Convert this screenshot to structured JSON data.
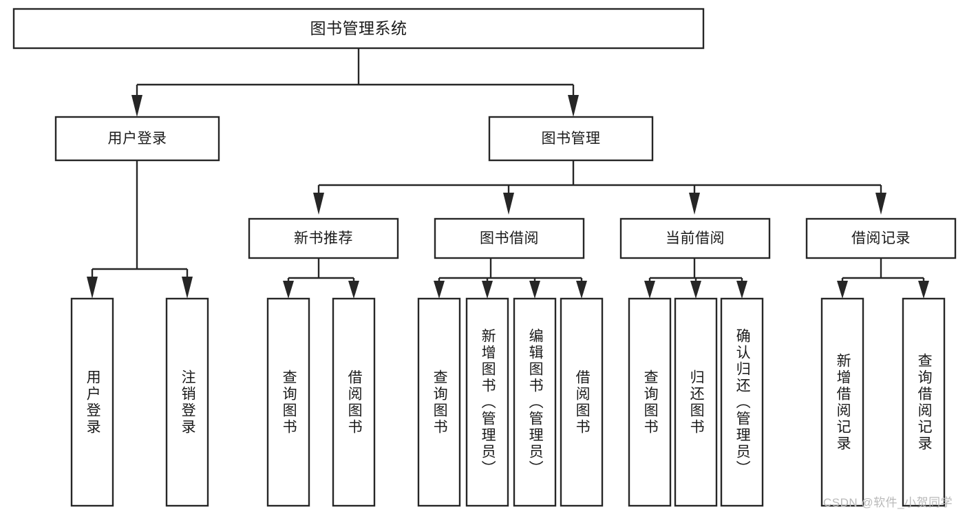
{
  "diagram": {
    "title": "图书管理系统",
    "type": "tree-hierarchy",
    "background_color": "#ffffff",
    "line_color": "#262626",
    "text_color": "#1a1a1a",
    "root": {
      "label": "图书管理系统",
      "orientation": "horizontal"
    },
    "level2": [
      {
        "label": "用户登录",
        "orientation": "horizontal"
      },
      {
        "label": "图书管理",
        "orientation": "horizontal"
      }
    ],
    "level3": [
      {
        "label": "新书推荐",
        "orientation": "horizontal"
      },
      {
        "label": "图书借阅",
        "orientation": "horizontal"
      },
      {
        "label": "当前借阅",
        "orientation": "horizontal"
      },
      {
        "label": "借阅记录",
        "orientation": "horizontal"
      }
    ],
    "leaves": {
      "user_login": [
        {
          "label": "用户登录",
          "orientation": "vertical"
        },
        {
          "label": "注销登录",
          "orientation": "vertical"
        }
      ],
      "new_book_recommend": [
        {
          "label": "查询图书",
          "orientation": "vertical"
        },
        {
          "label": "借阅图书",
          "orientation": "vertical"
        }
      ],
      "book_borrow": [
        {
          "label": "查询图书",
          "orientation": "vertical"
        },
        {
          "label": "新增图书（管理员）",
          "orientation": "vertical"
        },
        {
          "label": "编辑图书（管理员）",
          "orientation": "vertical"
        },
        {
          "label": "借阅图书",
          "orientation": "vertical"
        }
      ],
      "current_borrow": [
        {
          "label": "查询图书",
          "orientation": "vertical"
        },
        {
          "label": "归还图书",
          "orientation": "vertical"
        },
        {
          "label": "确认归还（管理员）",
          "orientation": "vertical"
        }
      ],
      "borrow_record": [
        {
          "label": "新增借阅记录",
          "orientation": "vertical"
        },
        {
          "label": "查询借阅记录",
          "orientation": "vertical"
        }
      ]
    }
  },
  "watermark": {
    "text": "CSDN @软件_小贺同学",
    "color": "#b9b9b9"
  }
}
